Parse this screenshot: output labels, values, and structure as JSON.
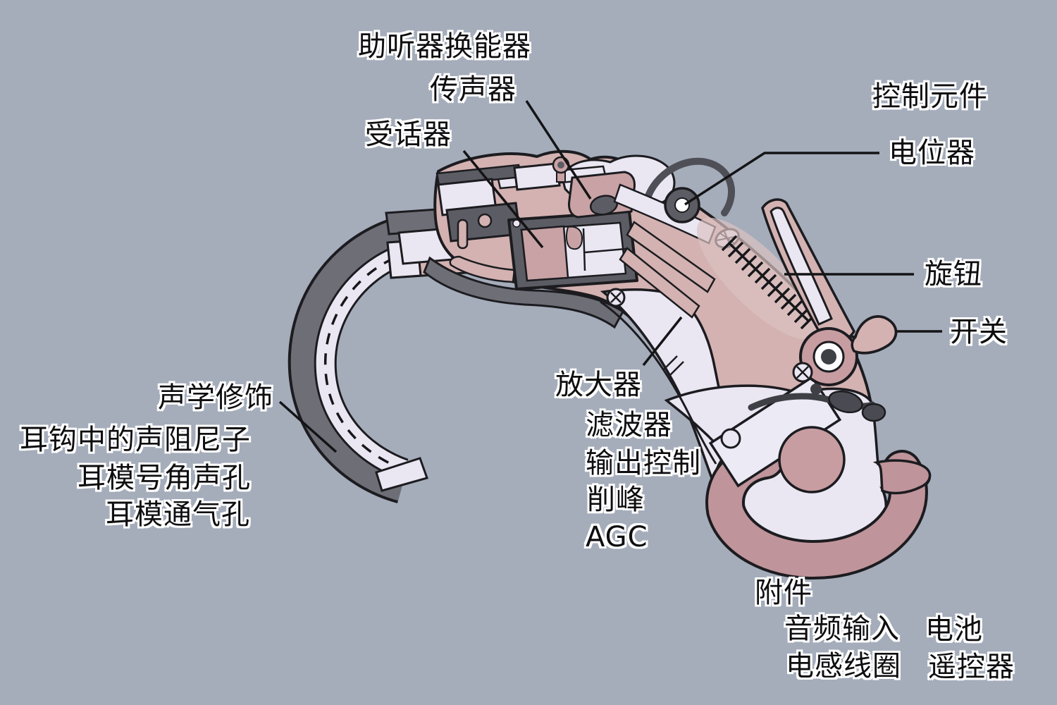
{
  "colors": {
    "background": "#a5adbb",
    "body_pink": "#d3b2b1",
    "component_pink": "#c8a2a4",
    "dark_pink": "#bf949a",
    "lavender_white": "#eae7f3",
    "dark_gray": "#5c5c64",
    "tube_gray": "#6e6e77",
    "outline_black": "#1c1c20",
    "label_text": "#0e0e10",
    "label_halo": "#ffffff",
    "leader_line": "#141416"
  },
  "diagram": {
    "subject": "BTE hearing aid cutaway diagram",
    "labels": {
      "transducers_header": "助听器换能器",
      "microphone": "传声器",
      "receiver": "受话器",
      "controls_header": "控制元件",
      "potentiometer": "电位器",
      "knob": "旋钮",
      "switch": "开关",
      "acoustic_mod_header": "声学修饰",
      "damper_in_earhook": "耳钩中的声阻尼子",
      "earmold_horn": "耳模号角声孔",
      "earmold_vent": "耳模通气孔",
      "amplifier": "放大器",
      "filter": "滤波器",
      "output_control": "输出控制",
      "peak_clipping": "削峰",
      "agc": "AGC",
      "accessories_header": "附件",
      "audio_input": "音频输入",
      "battery": "电池",
      "telecoil": "电感线圈",
      "remote_control": "遥控器"
    }
  }
}
